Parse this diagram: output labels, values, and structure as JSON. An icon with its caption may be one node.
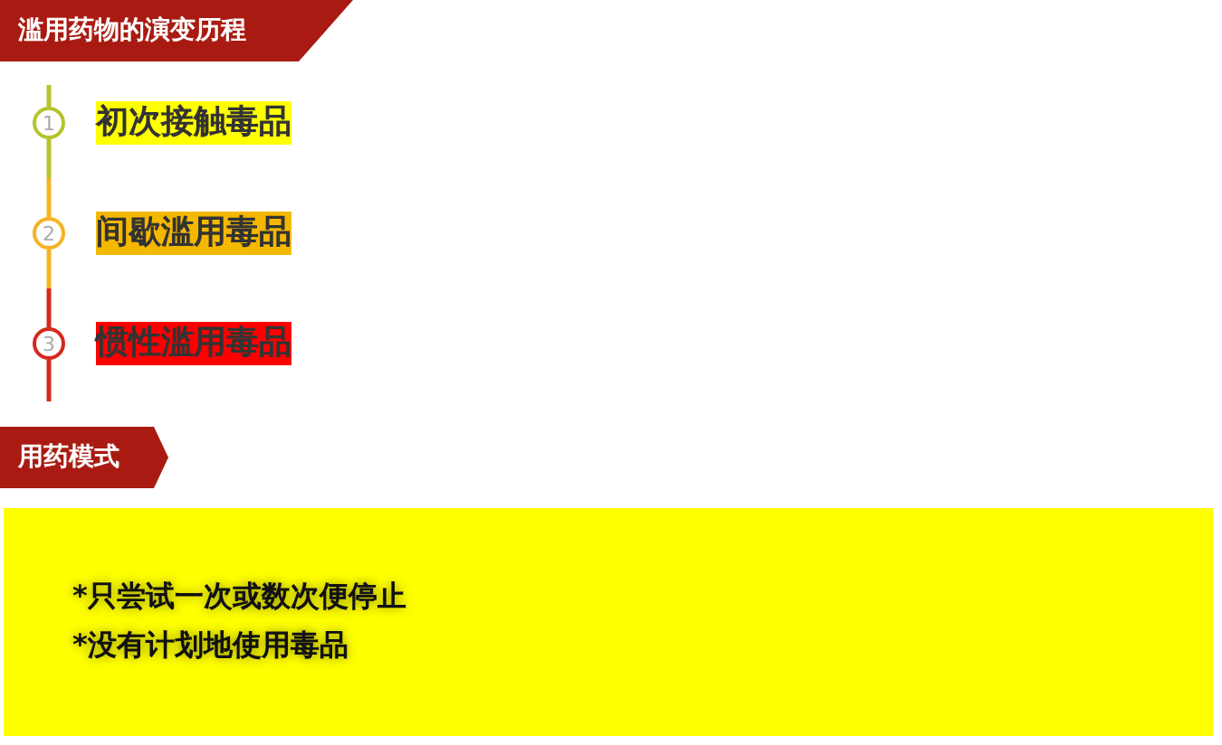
{
  "diagram": {
    "nodes": [
      {
        "text": [
          "滥用药物的演变历程"
        ]
      },
      {
        "text": [
          "1"
        ],
        "beside": [
          "初次接触毒品"
        ]
      },
      {
        "text": [
          "2"
        ],
        "beside": [
          "间歇滥用毒品"
        ]
      },
      {
        "text": [
          "3"
        ],
        "beside": [
          "惯性滥用毒品"
        ]
      },
      {
        "text": [
          "用药模式"
        ]
      },
      {
        "text": [
          "*只尝试一次或数次便停止",
          "*没有计划地使用毒品"
        ]
      }
    ],
    "edges": [
      {
        "from": null,
        "to": 1,
        "arrow": "none"
      },
      {
        "from": 1,
        "to": 2,
        "arrow": "none"
      },
      {
        "from": 2,
        "to": 3,
        "arrow": "none"
      },
      {
        "from": 3,
        "to": null,
        "arrow": "none"
      }
    ]
  }
}
